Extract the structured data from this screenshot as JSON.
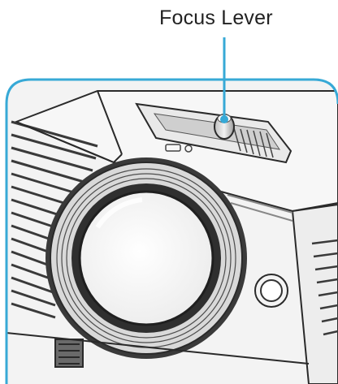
{
  "diagram": {
    "callout_label": "Focus Lever",
    "colors": {
      "frame_border": "#37a9d6",
      "callout_line": "#37a9d6",
      "callout_dot": "#37a9d6",
      "body_light": "#f2f2f2",
      "body_shadow": "#bdbdbd",
      "lens_ring_dark": "#333333",
      "lens_glass": "#f7f7f7",
      "outline": "#2a2a2a"
    },
    "icons": [
      "projector-illustration",
      "lens",
      "focus-lever",
      "ir-sensor"
    ]
  }
}
